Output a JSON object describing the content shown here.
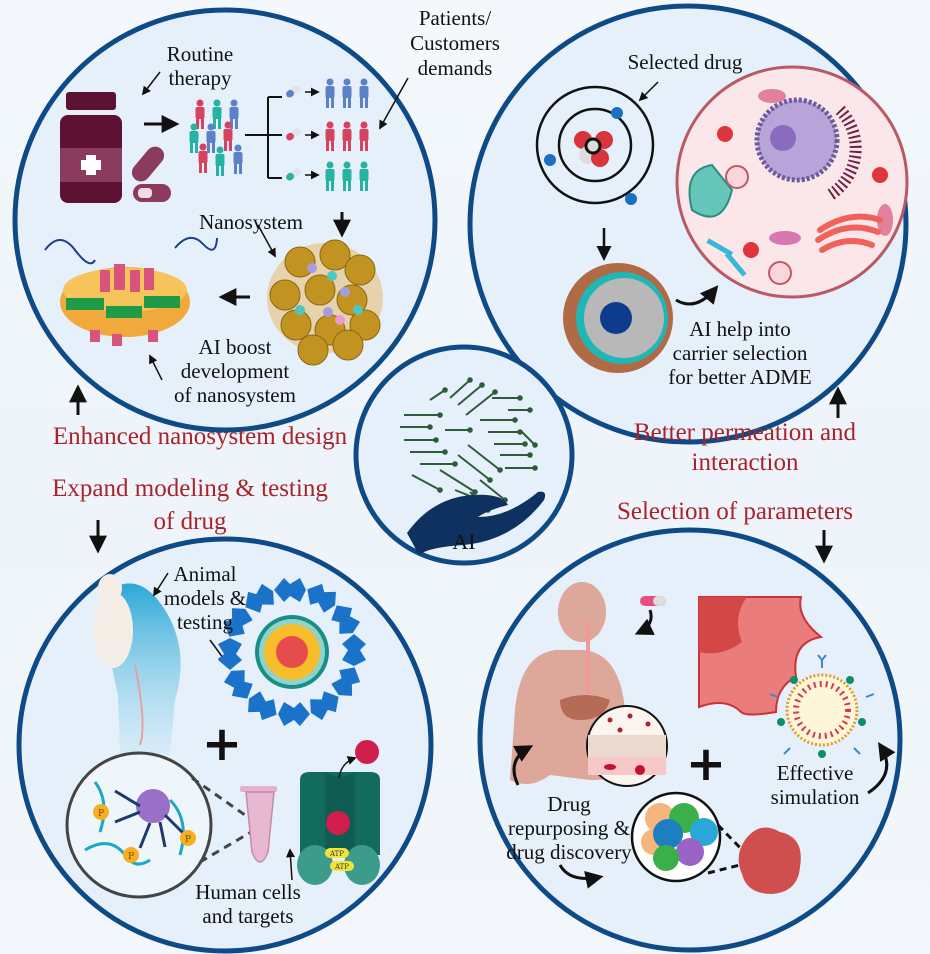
{
  "figure": {
    "center": {
      "label": "AI",
      "icon": "circuit-brain-in-hand"
    },
    "quadrants": [
      {
        "id": "top-left",
        "labels": {
          "routine_therapy": "Routine\ntherapy",
          "patients": "Patients/\nCustomers\ndemands",
          "nanosystem": "Nanosystem",
          "ai_boost": "AI boost\ndevelopment\nof nanosystem"
        }
      },
      {
        "id": "top-right",
        "labels": {
          "selected_drug": "Selected drug",
          "ai_help": "AI help into\ncarrier selection\nfor better ADME"
        }
      },
      {
        "id": "bottom-left",
        "labels": {
          "animal_models": "Animal\nmodels &\ntesting",
          "human_cells": "Human cells\nand targets"
        }
      },
      {
        "id": "bottom-right",
        "labels": {
          "drug_repurposing": "Drug\nrepurposing &\ndrug discovery",
          "effective_simulation": "Effective\nsimulation"
        }
      }
    ],
    "flow_labels": {
      "enhanced": "Enhanced nanosystem design",
      "expand": "Expand modeling & testing\nof drug",
      "better": "Better permeation and\ninteraction",
      "selection": "Selection of parameters"
    },
    "markers": {
      "plus": "+",
      "atp": "ATP",
      "phospho": "P"
    },
    "colors": {
      "circle_border": "#0d4a86",
      "circle_fill": "#e6f0fa",
      "flow_text": "#a8232a",
      "hand": "#0e3160",
      "circuit": "#2e5b3a"
    }
  }
}
